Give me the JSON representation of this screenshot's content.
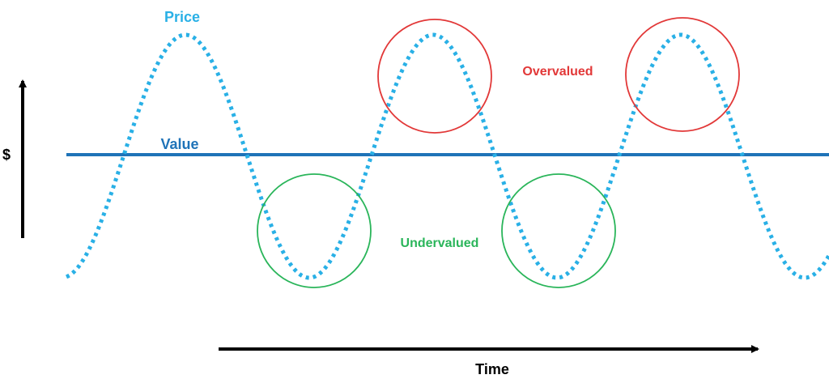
{
  "labels": {
    "price": "Price",
    "value": "Value",
    "y_axis": "$",
    "x_axis": "Time",
    "overvalued": "Overvalued",
    "undervalued": "Undervalued"
  },
  "colors": {
    "price": "#29b0e6",
    "value": "#1f73b8",
    "overvalued": "#e23838",
    "undervalued": "#2ab55a",
    "axis": "#000000"
  }
}
